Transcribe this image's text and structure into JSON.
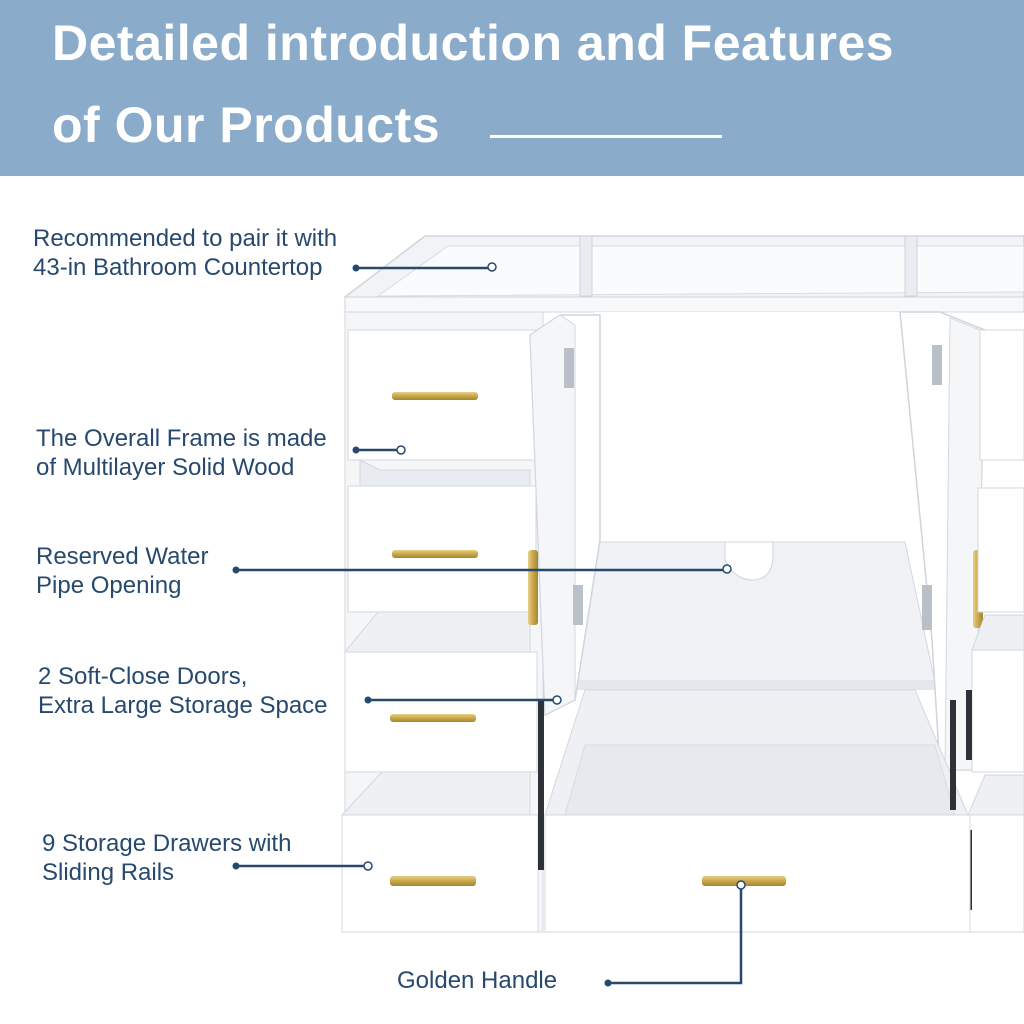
{
  "header": {
    "title_line1": "Detailed introduction and Features",
    "title_line2": "of Our Products"
  },
  "callouts": {
    "countertop": {
      "line1": "Recommended to pair it with",
      "line2": "43-in Bathroom Countertop"
    },
    "frame": {
      "line1": "The Overall Frame is made",
      "line2": "of Multilayer Solid Wood"
    },
    "pipe": {
      "line1": "Reserved Water",
      "line2": "Pipe Opening"
    },
    "doors": {
      "line1": "2 Soft-Close Doors,",
      "line2": "Extra Large Storage Space"
    },
    "drawers": {
      "line1": "9 Storage Drawers with",
      "line2": "Sliding Rails"
    },
    "handle": {
      "line1": "Golden Handle"
    }
  },
  "colors": {
    "header_bg": "#8aabc9",
    "label_text": "#27496d",
    "leader_line": "#27496d",
    "handle_gold": "#c9a84a",
    "cabinet_white": "#ffffff"
  }
}
